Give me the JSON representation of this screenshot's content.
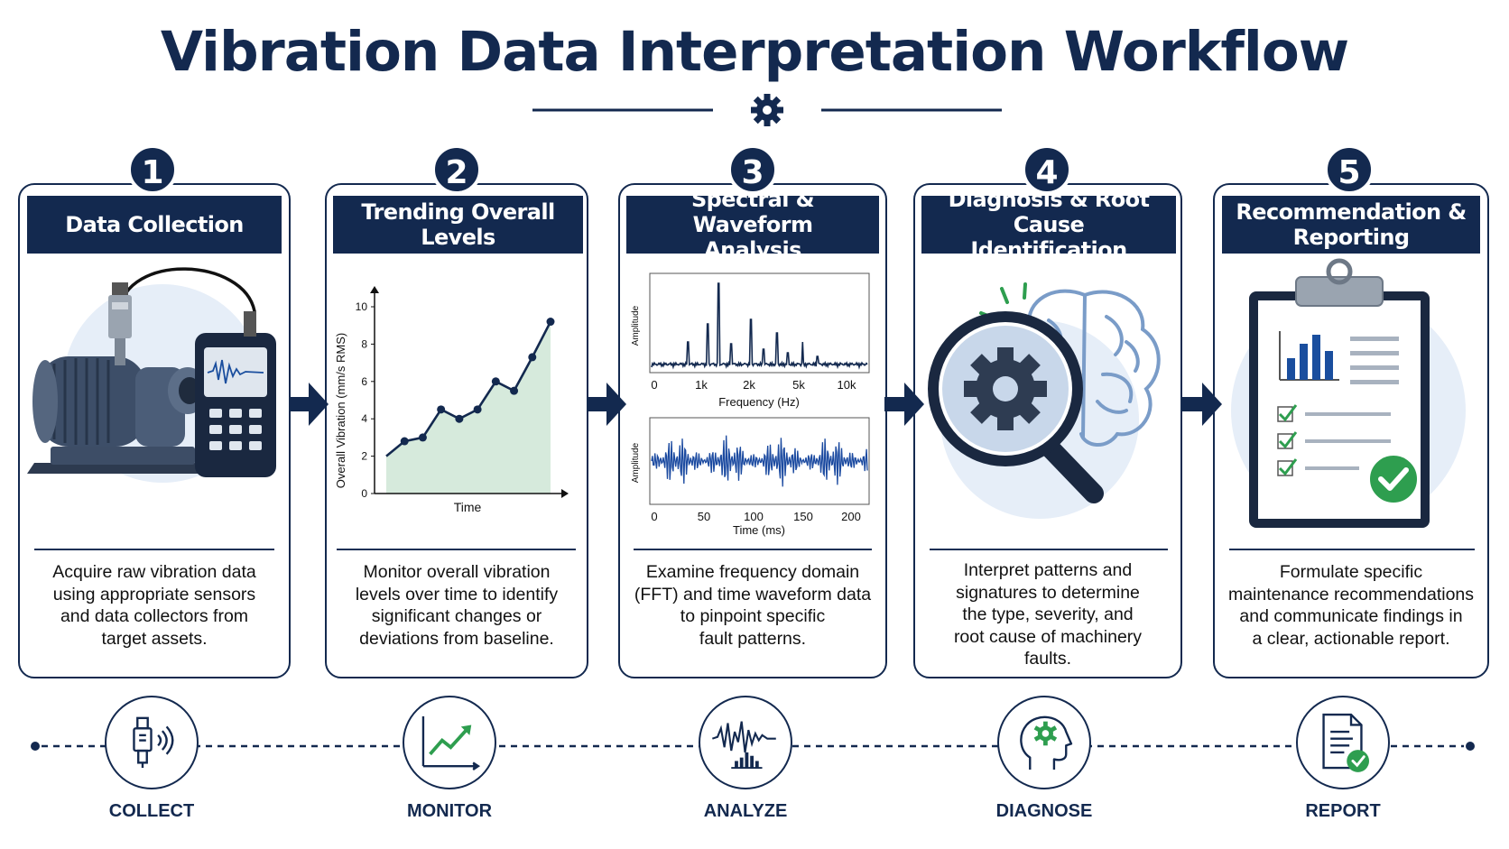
{
  "title": "Vibration Data Interpretation Workflow",
  "colors": {
    "navy": "#13294f",
    "accent_green": "#2e9e4f",
    "trend_fill": "#cfe6d6",
    "halo": "#e6eef8"
  },
  "stages": [
    {
      "number": "1",
      "header": "Data Collection",
      "description": [
        "Acquire raw vibration data",
        "using appropriate sensors",
        "and data collectors from",
        "target assets."
      ],
      "icon": "pump-with-sensor-and-handheld-analyzer"
    },
    {
      "number": "2",
      "header": "Trending Overall Levels",
      "description": [
        "Monitor overall vibration",
        "levels over time to identify",
        "significant changes or",
        "deviations from baseline."
      ],
      "icon": "trend-chart"
    },
    {
      "number": "3",
      "header": [
        "Spectral & Waveform",
        "Analysis"
      ],
      "description": [
        "Examine frequency domain",
        "(FFT) and time waveform data",
        "to pinpoint specific",
        "fault patterns."
      ],
      "icon": "spectrum-and-waveform"
    },
    {
      "number": "4",
      "header": [
        "Diagnosis & Root Cause",
        "Identification"
      ],
      "description": [
        "Interpret patterns and",
        "signatures to determine",
        "the type, severity, and",
        "root cause of machinery",
        "faults."
      ],
      "icon": "magnifier-gear-brain"
    },
    {
      "number": "5",
      "header": [
        "Recommendation &",
        "Reporting"
      ],
      "description": [
        "Formulate specific",
        "maintenance recommendations",
        "and communicate findings in",
        "a clear, actionable report."
      ],
      "icon": "clipboard-report"
    }
  ],
  "trend_chart": {
    "type": "line",
    "xlabel": "Time",
    "ylabel": "Overall Vibration (mm/s RMS)",
    "ylim": [
      0,
      10
    ],
    "yticks": [
      "0",
      "2",
      "4",
      "6",
      "8",
      "10"
    ],
    "values": [
      2.0,
      2.8,
      3.0,
      4.5,
      4.0,
      4.5,
      6.0,
      5.5,
      7.3,
      9.2
    ]
  },
  "spectrum_chart": {
    "type": "line",
    "ylabel": "Amplitude",
    "xlabel": "Frequency (Hz)",
    "xticks": [
      "0",
      "1k",
      "2k",
      "5k",
      "10k"
    ]
  },
  "waveform_chart": {
    "type": "line",
    "ylabel": "Amplitude",
    "xlabel": "Time (ms)",
    "xticks": [
      "0",
      "50",
      "100",
      "150",
      "200"
    ]
  },
  "timeline": [
    {
      "label": "COLLECT",
      "icon": "sensor-icon"
    },
    {
      "label": "MONITOR",
      "icon": "trend-up-icon"
    },
    {
      "label": "ANALYZE",
      "icon": "waveform-icon"
    },
    {
      "label": "DIAGNOSE",
      "icon": "head-gear-icon"
    },
    {
      "label": "REPORT",
      "icon": "report-check-icon"
    }
  ]
}
